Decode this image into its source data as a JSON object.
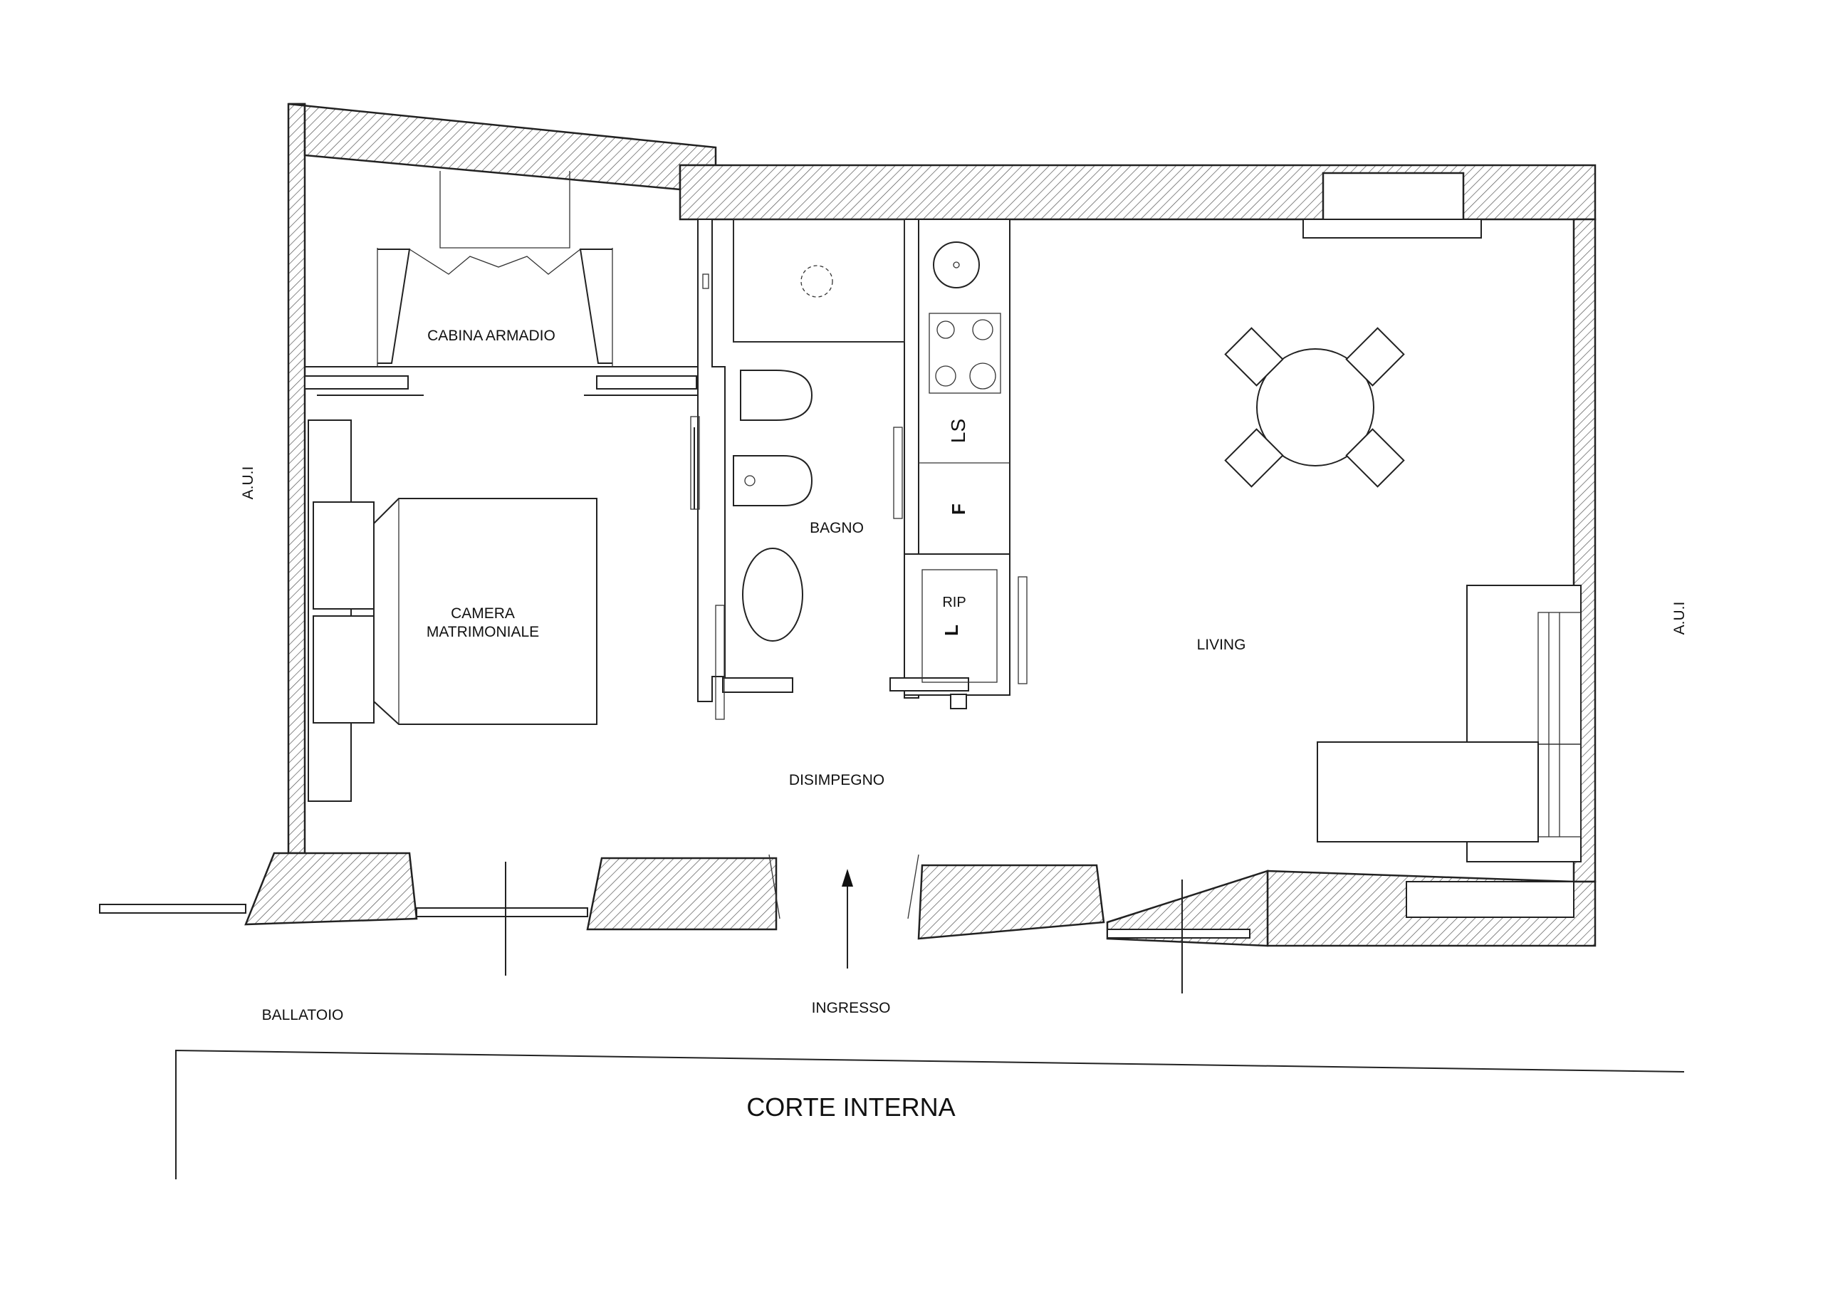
{
  "rooms": {
    "cabina_armadio": "CABINA ARMADIO",
    "camera_line1": "CAMERA",
    "camera_line2": "MATRIMONIALE",
    "bagno": "BAGNO",
    "disimpegno": "DISIMPEGNO",
    "living": "LIVING"
  },
  "fixtures": {
    "ls": "LS",
    "f": "F",
    "rip": "RIP",
    "l": "L"
  },
  "outside": {
    "aui_left": "A.U.I",
    "aui_right": "A.U.I",
    "ballatoio": "BALLATOIO",
    "ingresso": "INGRESSO",
    "corte_interna": "CORTE INTERNA"
  },
  "colors": {
    "line": "#222222",
    "hatch": "#555555",
    "background": "#ffffff"
  }
}
